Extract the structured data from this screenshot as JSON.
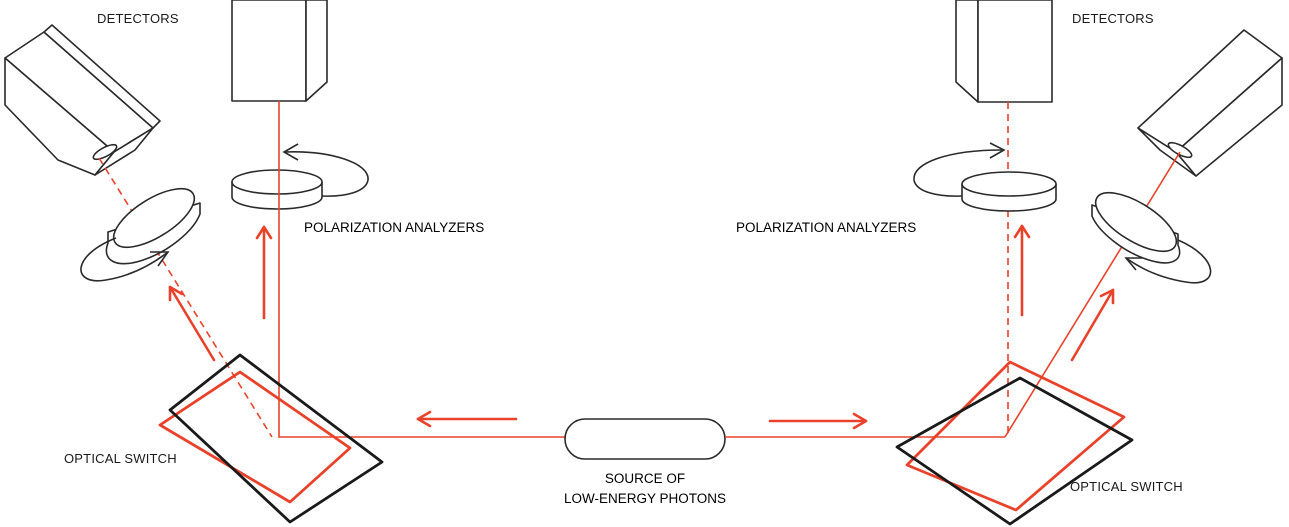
{
  "labels": {
    "detectors_left": "DETECTORS",
    "detectors_right": "DETECTORS",
    "analyzers_left": "POLARIZATION ANALYZERS",
    "analyzers_right": "POLARIZATION ANALYZERS",
    "switch_left": "OPTICAL SWITCH",
    "switch_right": "OPTICAL SWITCH",
    "source_line1": "SOURCE OF",
    "source_line2": "LOW-ENERGY PHOTONS"
  },
  "colors": {
    "beam": "#e8432a",
    "outline": "#2a2a2a",
    "background": "#ffffff"
  }
}
